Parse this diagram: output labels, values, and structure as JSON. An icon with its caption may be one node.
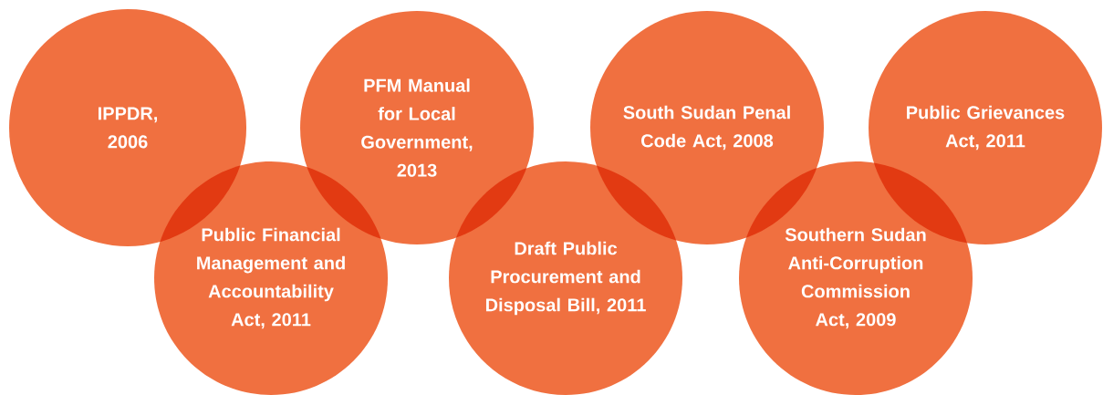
{
  "diagram": {
    "nodes": [
      {
        "text": [
          "IPPDR, 2006"
        ]
      },
      {
        "text": [
          "Public Financial Management and Accountability Act, 2011"
        ]
      },
      {
        "text": [
          "PFM Manual for Local Government, 2013"
        ]
      },
      {
        "text": [
          "Draft Public Procurement and Disposal Bill, 2011"
        ]
      },
      {
        "text": [
          "South Sudan Penal Code Act, 2008"
        ]
      },
      {
        "text": [
          "Southern Sudan Anti-Corruption Commission Act, 2009"
        ]
      },
      {
        "text": [
          "Public Grievances Act, 2011"
        ]
      }
    ]
  }
}
